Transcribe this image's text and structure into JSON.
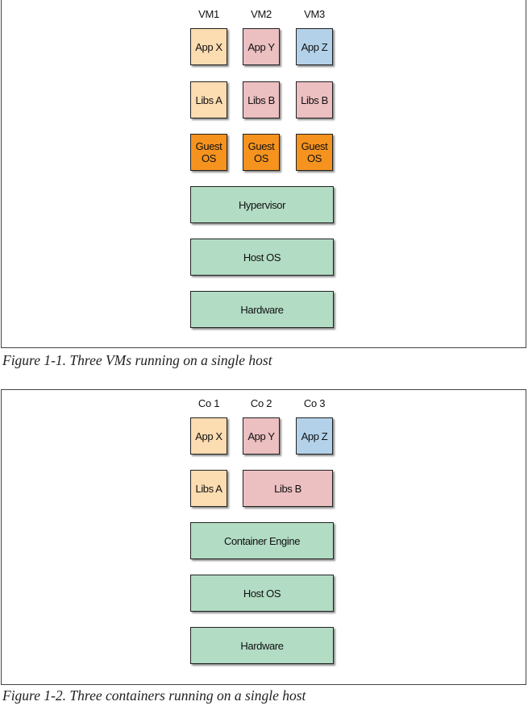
{
  "figure1": {
    "columns": [
      "VM1",
      "VM2",
      "VM3"
    ],
    "apps": [
      "App X",
      "App Y",
      "App Z"
    ],
    "libs": [
      "Libs A",
      "Libs B",
      "Libs B"
    ],
    "guest_os_line1": "Guest",
    "guest_os_line2": "OS",
    "hypervisor": "Hypervisor",
    "host_os": "Host OS",
    "hardware": "Hardware",
    "caption": "Figure 1-1. Three VMs running on a single host"
  },
  "figure2": {
    "columns": [
      "Co 1",
      "Co 2",
      "Co 3"
    ],
    "apps": [
      "App X",
      "App Y",
      "App Z"
    ],
    "libs_a": "Libs A",
    "libs_b": "Libs B",
    "container_engine": "Container Engine",
    "host_os": "Host OS",
    "hardware": "Hardware",
    "caption": "Figure 1-2. Three containers running on a single host"
  },
  "colors": {
    "app_x_libs_a": "#fcdcb1",
    "app_y_libs_b": "#ecbfc1",
    "app_z": "#b3d2ea",
    "guest_os": "#f6931f",
    "infrastructure": "#b2dcc4"
  }
}
